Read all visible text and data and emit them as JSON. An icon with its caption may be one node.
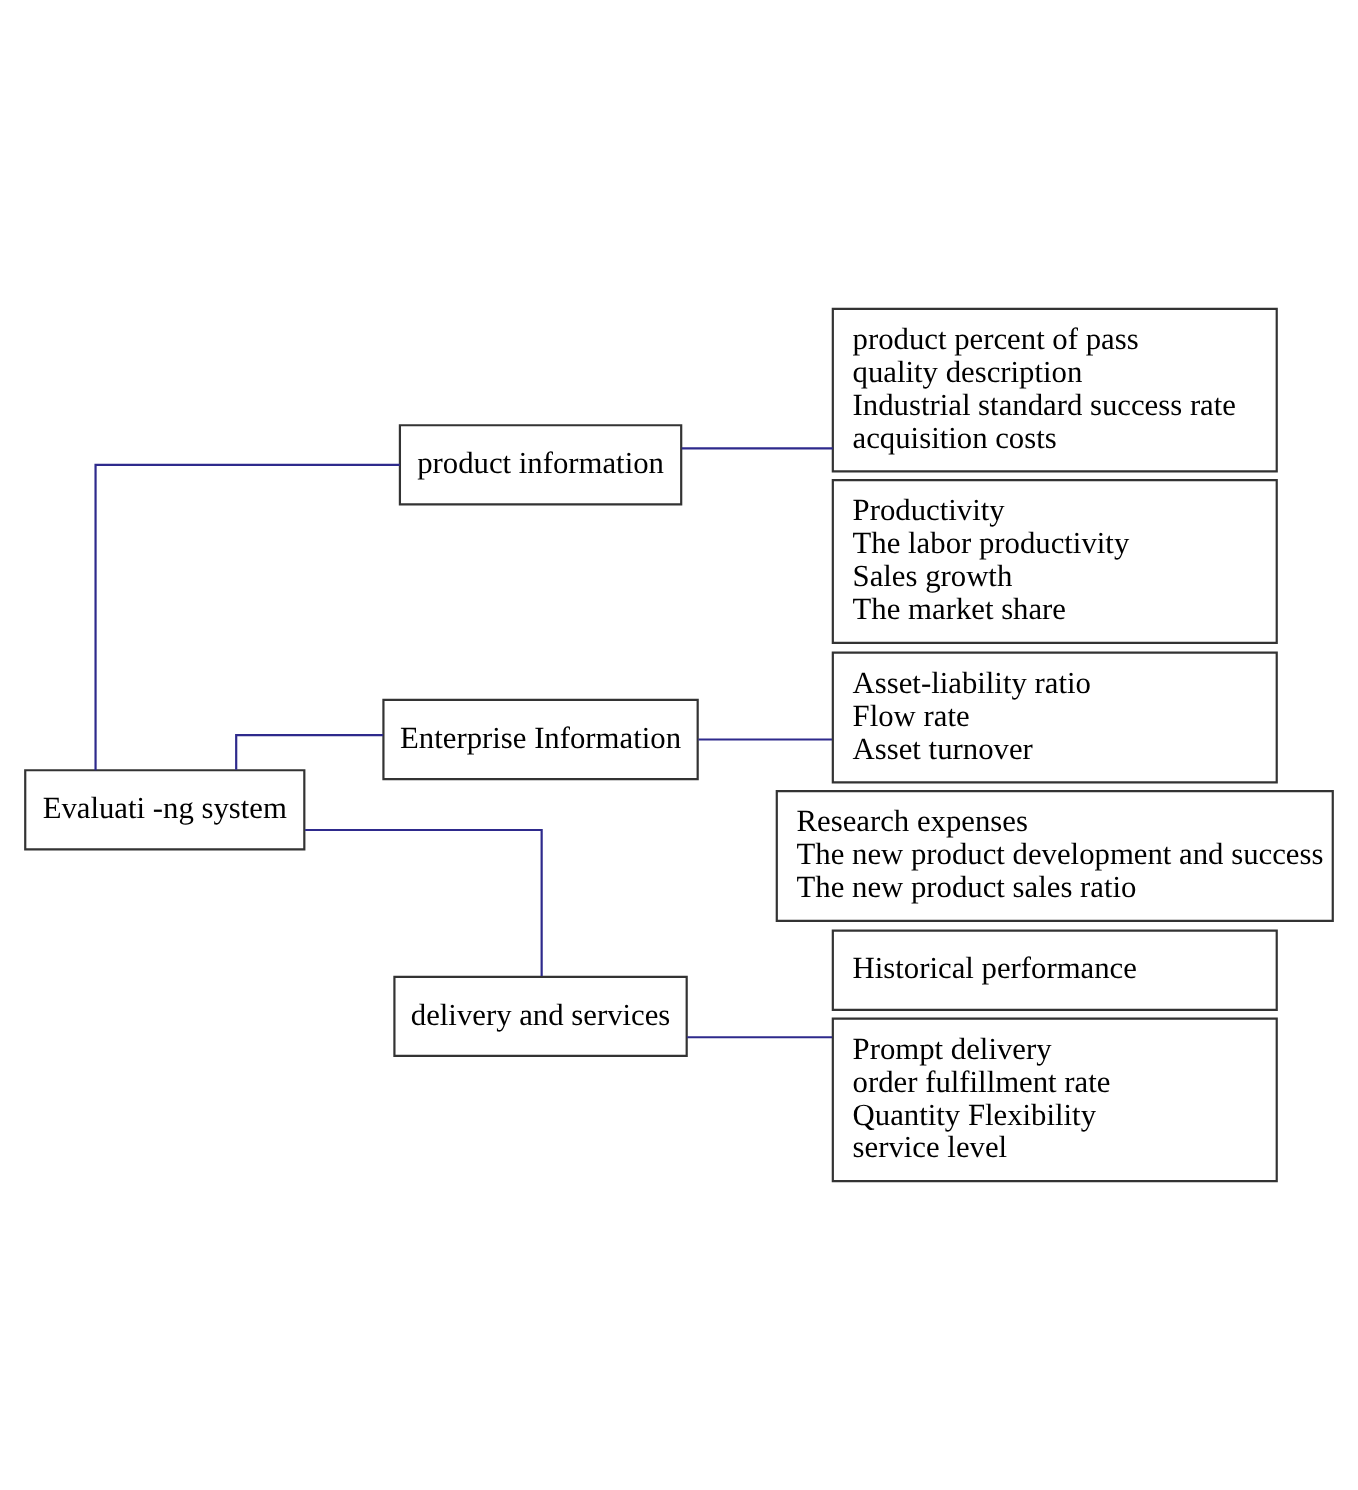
{
  "diagram": {
    "nodes": [
      {
        "text": [
          "Evaluati -ng system"
        ]
      },
      {
        "text": [
          "product information"
        ]
      },
      {
        "text": [
          "product percent of pass",
          "quality description",
          "Industrial standard success rate",
          "acquisition costs"
        ]
      },
      {
        "text": [
          "Enterprise Information"
        ]
      },
      {
        "text": [
          "Productivity",
          "The labor productivity",
          "Sales growth",
          "The market share"
        ]
      },
      {
        "text": [
          "Asset-liability ratio",
          "Flow rate",
          "Asset turnover"
        ]
      },
      {
        "text": [
          "Research expenses",
          "The new product development and success",
          "The new product sales ratio"
        ]
      },
      {
        "text": [
          "Historical performance"
        ]
      },
      {
        "text": [
          "delivery and services"
        ]
      },
      {
        "text": [
          "Prompt delivery",
          "order fulfillment rate",
          "Quantity Flexibility",
          "service level"
        ]
      }
    ],
    "edges": [
      {
        "from": 0,
        "to": 1,
        "arrow": "none"
      },
      {
        "from": 0,
        "to": 3,
        "arrow": "none"
      },
      {
        "from": 0,
        "to": 8,
        "arrow": "none"
      },
      {
        "from": 1,
        "to": 2,
        "arrow": "none"
      },
      {
        "from": 3,
        "to": 5,
        "arrow": "none"
      },
      {
        "from": 8,
        "to": 9,
        "arrow": "none"
      }
    ]
  }
}
